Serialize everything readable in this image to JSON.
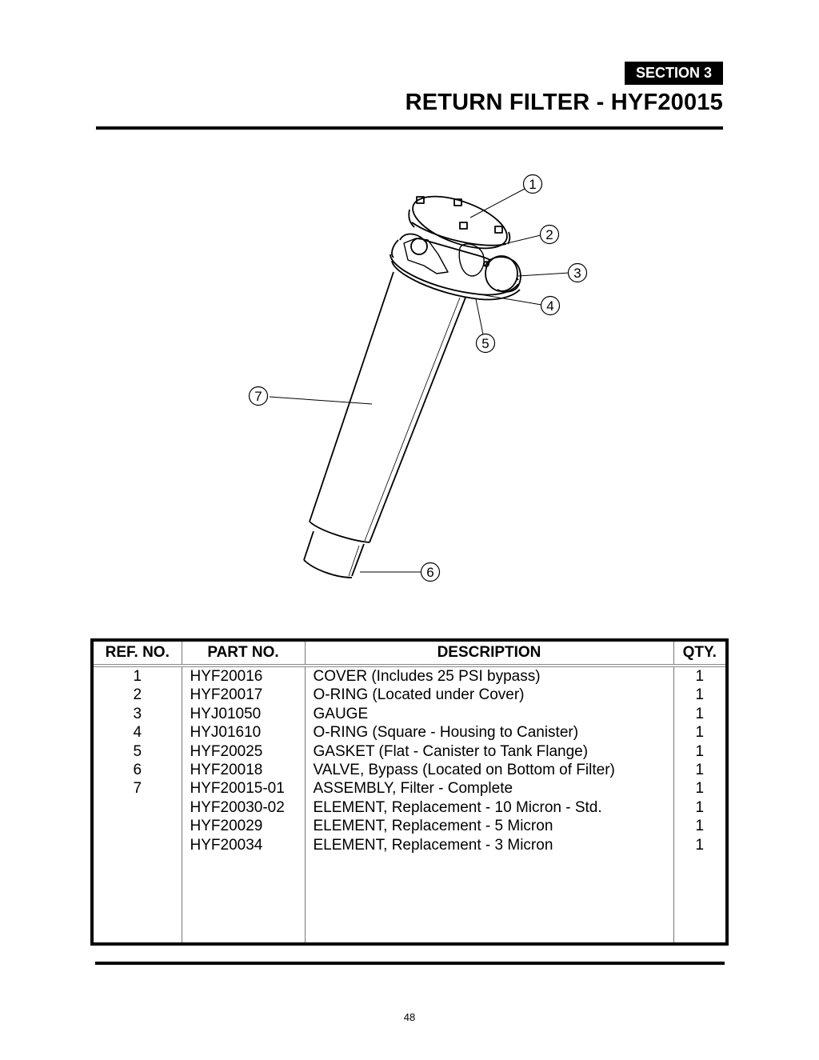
{
  "header": {
    "section_label": "SECTION 3",
    "title": "RETURN FILTER - HYF20015"
  },
  "diagram": {
    "callouts": [
      {
        "label": "1"
      },
      {
        "label": "2"
      },
      {
        "label": "3"
      },
      {
        "label": "4"
      },
      {
        "label": "5"
      },
      {
        "label": "6"
      },
      {
        "label": "7"
      }
    ]
  },
  "parts_table": {
    "headers": {
      "ref": "REF. NO.",
      "part": "PART NO.",
      "description": "DESCRIPTION",
      "qty": "QTY."
    },
    "rows": [
      {
        "ref": "1",
        "part": "HYF20016",
        "description": "COVER (Includes 25 PSI bypass)",
        "qty": "1"
      },
      {
        "ref": "2",
        "part": "HYF20017",
        "description": "O-RING (Located under Cover)",
        "qty": "1"
      },
      {
        "ref": "3",
        "part": "HYJ01050",
        "description": "GAUGE",
        "qty": "1"
      },
      {
        "ref": "4",
        "part": "HYJ01610",
        "description": "O-RING (Square - Housing to Canister)",
        "qty": "1"
      },
      {
        "ref": "5",
        "part": "HYF20025",
        "description": "GASKET (Flat - Canister to Tank Flange)",
        "qty": "1"
      },
      {
        "ref": "6",
        "part": "HYF20018",
        "description": "VALVE, Bypass (Located on Bottom of Filter)",
        "qty": "1"
      },
      {
        "ref": "7",
        "part": "HYF20015-01",
        "description": "ASSEMBLY, Filter - Complete",
        "qty": "1"
      },
      {
        "ref": "",
        "part": "HYF20030-02",
        "description": "ELEMENT, Replacement - 10 Micron - Std.",
        "qty": "1"
      },
      {
        "ref": "",
        "part": "HYF20029",
        "description": "ELEMENT, Replacement - 5 Micron",
        "qty": "1"
      },
      {
        "ref": "",
        "part": "HYF20034",
        "description": "ELEMENT, Replacement - 3 Micron",
        "qty": "1"
      }
    ]
  },
  "footer": {
    "page_number": "48"
  }
}
